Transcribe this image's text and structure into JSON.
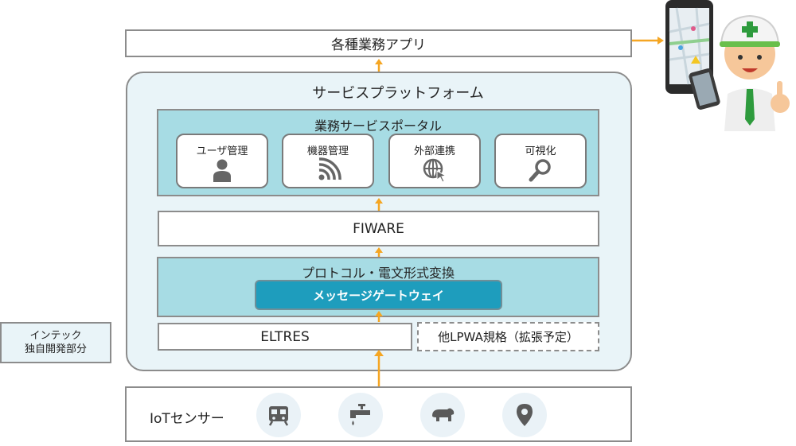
{
  "apps_label": "各種業務アプリ",
  "platform": {
    "title": "サービスプラットフォーム",
    "portal": {
      "title": "業務サービスポータル",
      "cards": [
        {
          "label": "ユーザ管理",
          "icon": "user-icon"
        },
        {
          "label": "機器管理",
          "icon": "wifi-signal-icon"
        },
        {
          "label": "外部連携",
          "icon": "globe-cursor-icon"
        },
        {
          "label": "可視化",
          "icon": "magnifier-icon"
        }
      ]
    },
    "fiware_label": "FIWARE",
    "conversion": {
      "title": "プロトコル・電文形式変換",
      "gateway_label": "メッセージゲートウェイ"
    },
    "eltres_label": "ELTRES",
    "lpwa_label": "他LPWA規格（拡張予定）"
  },
  "intec_note": {
    "line1": "インテック",
    "line2": "独自開発部分"
  },
  "iot": {
    "label": "IoTセンサー",
    "sensor_icons": [
      "train-icon",
      "faucet-icon",
      "bear-icon",
      "location-pin-icon"
    ]
  },
  "colors": {
    "platform_bg": "#e9f4f8",
    "section_bg": "#a7dce4",
    "gateway_bg": "#1e9dbd",
    "arrow": "#f5a623",
    "border": "#8c8c8c"
  }
}
